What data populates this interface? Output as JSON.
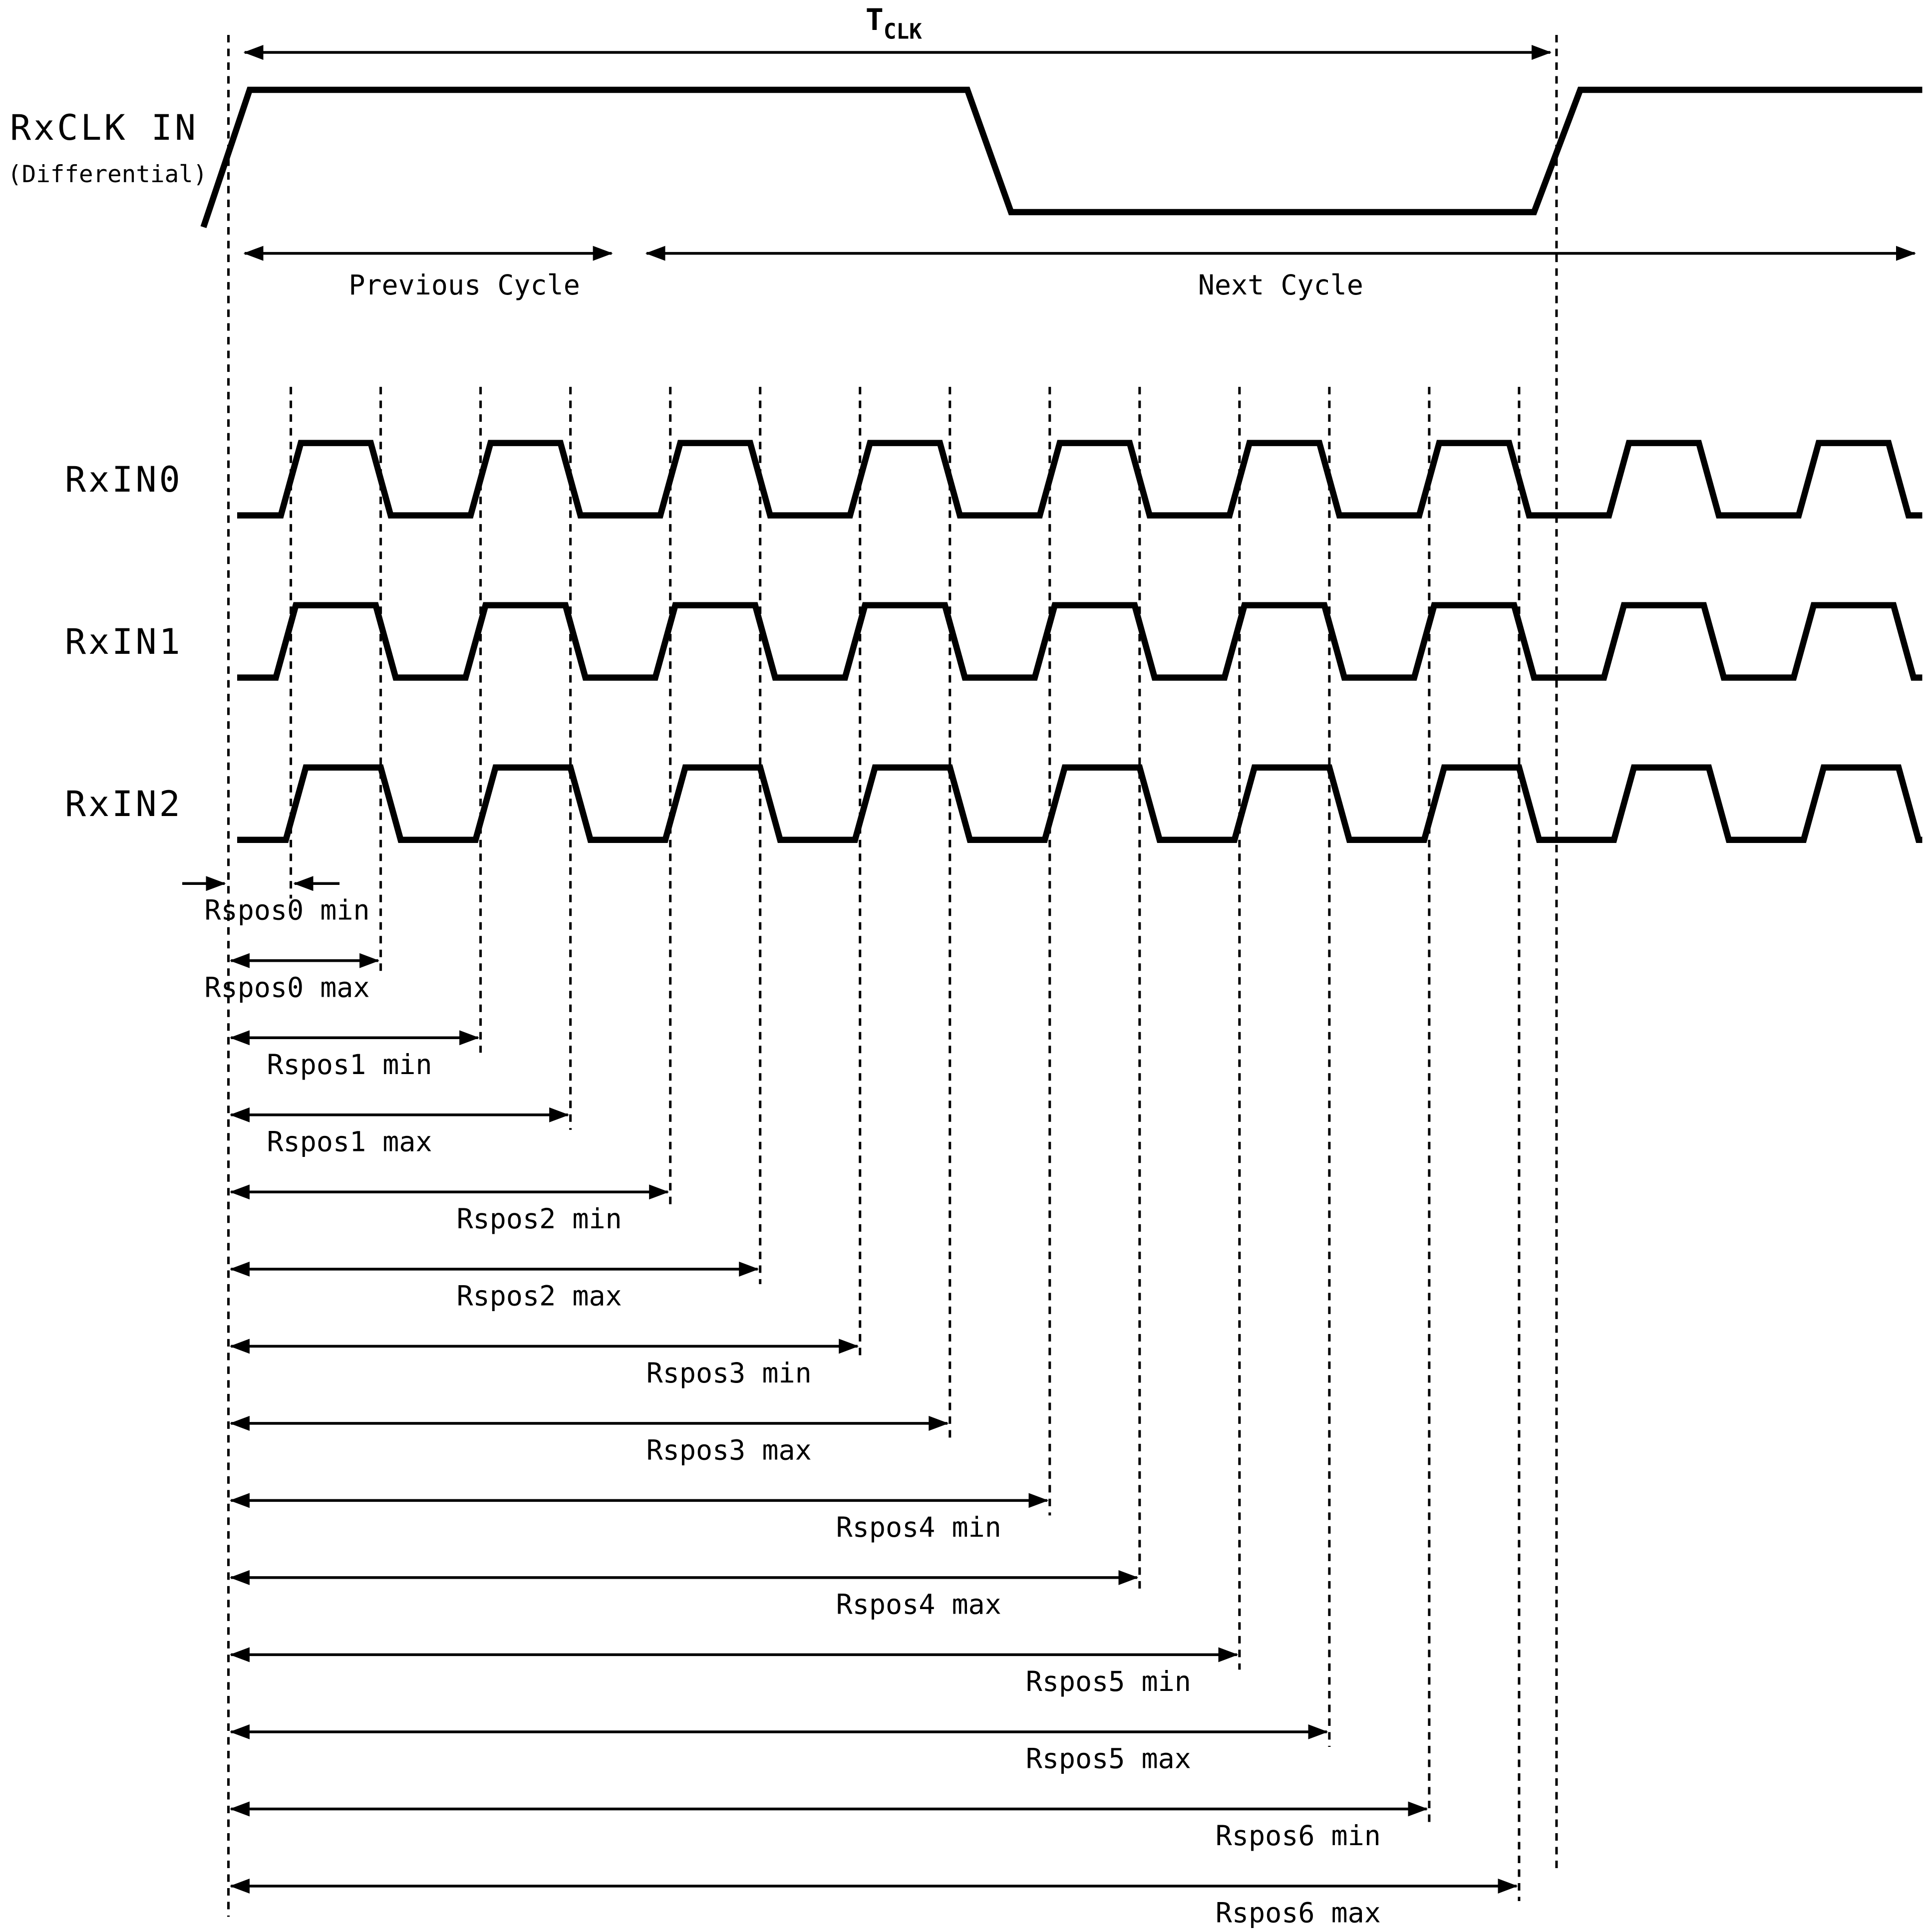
{
  "clock": {
    "label": "RxCLK IN",
    "sublabel": "(Differential)",
    "tclk_main": "T",
    "tclk_sub": "CLK"
  },
  "cycles": {
    "previous": "Previous Cycle",
    "next": "Next Cycle"
  },
  "signals": [
    {
      "name": "RxIN0"
    },
    {
      "name": "RxIN1"
    },
    {
      "name": "RxIN2"
    }
  ],
  "bits_per_cycle": 7,
  "annotations": [
    {
      "label": "Rspos0 min",
      "tick": 0,
      "kind": "min"
    },
    {
      "label": "Rspos0 max",
      "tick": 0,
      "kind": "max"
    },
    {
      "label": "Rspos1 min",
      "tick": 1,
      "kind": "min"
    },
    {
      "label": "Rspos1 max",
      "tick": 1,
      "kind": "max"
    },
    {
      "label": "Rspos2 min",
      "tick": 2,
      "kind": "min"
    },
    {
      "label": "Rspos2 max",
      "tick": 2,
      "kind": "max"
    },
    {
      "label": "Rspos3 min",
      "tick": 3,
      "kind": "min"
    },
    {
      "label": "Rspos3 max",
      "tick": 3,
      "kind": "max"
    },
    {
      "label": "Rspos4 min",
      "tick": 4,
      "kind": "min"
    },
    {
      "label": "Rspos4 max",
      "tick": 4,
      "kind": "max"
    },
    {
      "label": "Rspos5 min",
      "tick": 5,
      "kind": "min"
    },
    {
      "label": "Rspos5 max",
      "tick": 5,
      "kind": "max"
    },
    {
      "label": "Rspos6 min",
      "tick": 6,
      "kind": "min"
    },
    {
      "label": "Rspos6 max",
      "tick": 6,
      "kind": "max"
    }
  ],
  "colors": {
    "line": "#000000",
    "background": "#ffffff"
  }
}
